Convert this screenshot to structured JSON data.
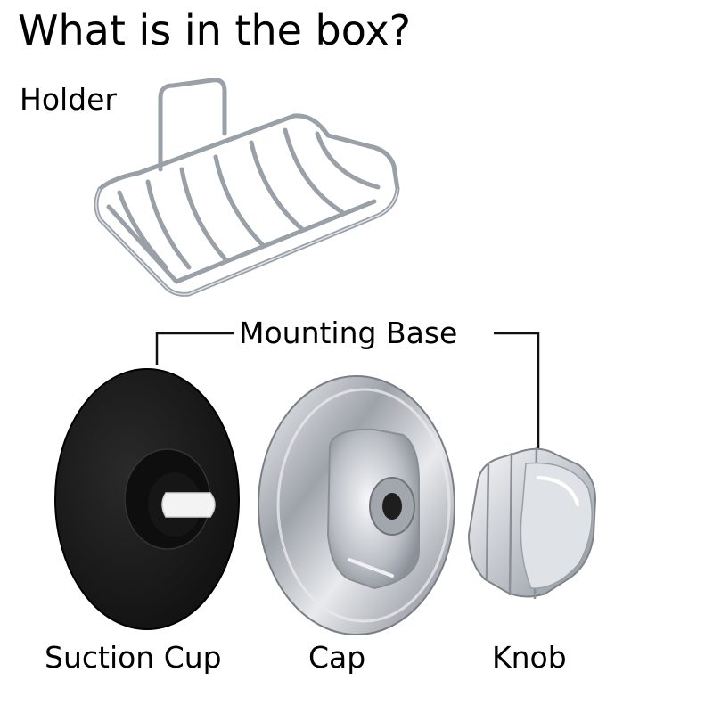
{
  "title": "What is in the box?",
  "items": {
    "holder": {
      "label": "Holder",
      "icon": "wire-soap-holder-icon"
    },
    "mounting_base": {
      "label": "Mounting Base"
    },
    "suction_cup": {
      "label": "Suction Cup",
      "icon": "black-suction-cup-icon"
    },
    "cap": {
      "label": "Cap",
      "icon": "chrome-cap-icon"
    },
    "knob": {
      "label": "Knob",
      "icon": "chrome-knob-icon"
    }
  },
  "colors": {
    "text": "#000000",
    "suction_cup": "#1a1a1a",
    "chrome": "#c9cdd2",
    "peg": "#f2f2f2"
  }
}
